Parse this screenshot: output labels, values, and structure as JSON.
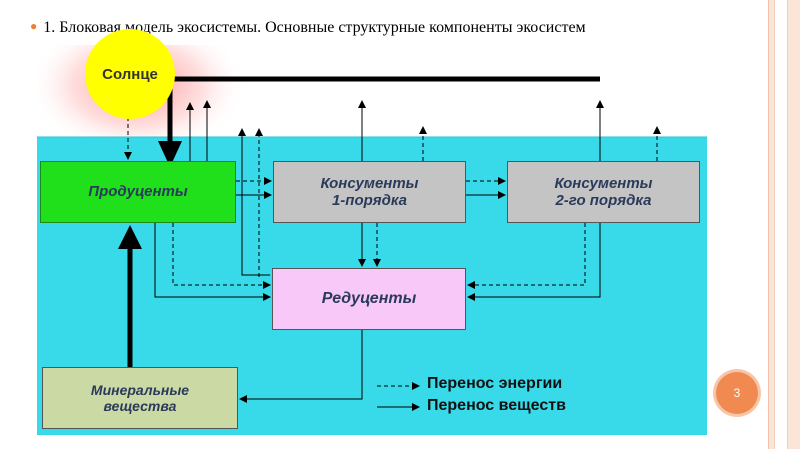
{
  "slide": {
    "title": "1. Блоковая модель экосистемы. Основные структурные компоненты экосистем",
    "page_number": "3"
  },
  "diagram": {
    "sun_label": "Солнце",
    "producers_label": "Продуценты",
    "consumers1_label": "Консументы\n1-порядка",
    "consumers2_label": "Консументы\n2-го порядка",
    "reducers_label": "Редуценты",
    "minerals_label": "Минеральные\nвещества",
    "legend": {
      "energy_label": "Перенос энергии",
      "matter_label": "Перенос веществ"
    }
  },
  "colors": {
    "water": "#38d9e8",
    "producers": "#1fe01a",
    "consumers": "#c4c4c4",
    "reducers": "#f8c8f8",
    "minerals": "#cbd9a5",
    "sun": "#ffff00",
    "accent": "#f08a50"
  }
}
